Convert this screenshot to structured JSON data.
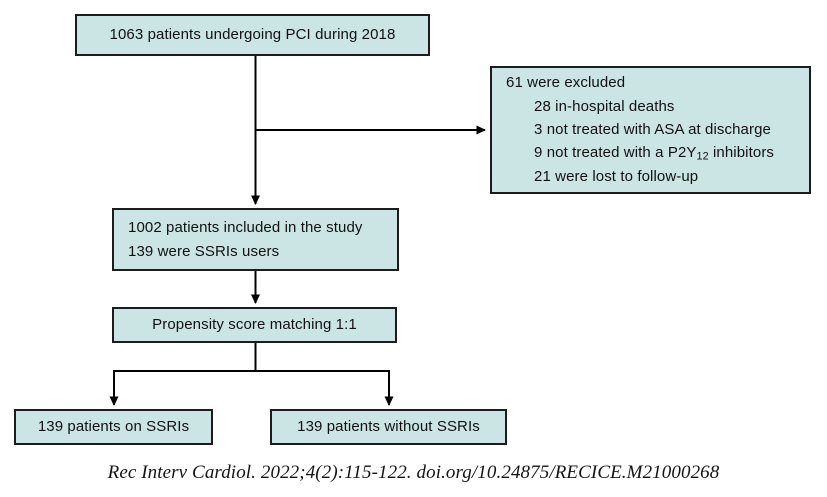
{
  "figure": {
    "type": "flowchart",
    "kind": "patient-enrollment-flow-diagram",
    "colors": {
      "box_fill": "#cbe5e5",
      "box_border": "#1c1c1c",
      "text": "#111111",
      "connector": "#000000",
      "background": "#ffffff"
    }
  },
  "nodes": {
    "enrolled": {
      "label": "1063 patients undergoing PCI during 2018"
    },
    "excluded": {
      "heading": "61 were excluded",
      "items": [
        "28 in-hospital deaths",
        "3 not treated with ASA at discharge",
        "9 not treated with a P2Y12 inhibitors",
        "21 were lost to follow-up"
      ],
      "item_3_pre": "9 not treated with a P2Y",
      "item_3_sub": "12",
      "item_3_post": " inhibitors"
    },
    "included": {
      "line1": "1002 patients included in the study",
      "line2": "139 were SSRIs users"
    },
    "matching": {
      "label": "Propensity score matching 1:1"
    },
    "on_ssri": {
      "label": "139 patients on SSRIs"
    },
    "without_ssri": {
      "label": "139 patients without SSRIs"
    }
  },
  "edges": [
    {
      "name": "enrolled-to-included",
      "from": "enrolled",
      "to": "included",
      "style": "vertical-arrow"
    },
    {
      "name": "enrolled-to-excluded",
      "from": "enrolled",
      "to": "excluded",
      "style": "elbow-right-arrow"
    },
    {
      "name": "included-to-matching",
      "from": "included",
      "to": "matching",
      "style": "vertical-arrow"
    },
    {
      "name": "matching-to-on-ssri",
      "from": "matching",
      "to": "on_ssri",
      "style": "split-left-arrow"
    },
    {
      "name": "matching-to-without-ssri",
      "from": "matching",
      "to": "without_ssri",
      "style": "split-right-arrow"
    }
  ],
  "citation": {
    "text": "Rec Interv Cardiol. 2022;4(2):115-122. doi.org/10.24875/RECICE.M21000268"
  }
}
